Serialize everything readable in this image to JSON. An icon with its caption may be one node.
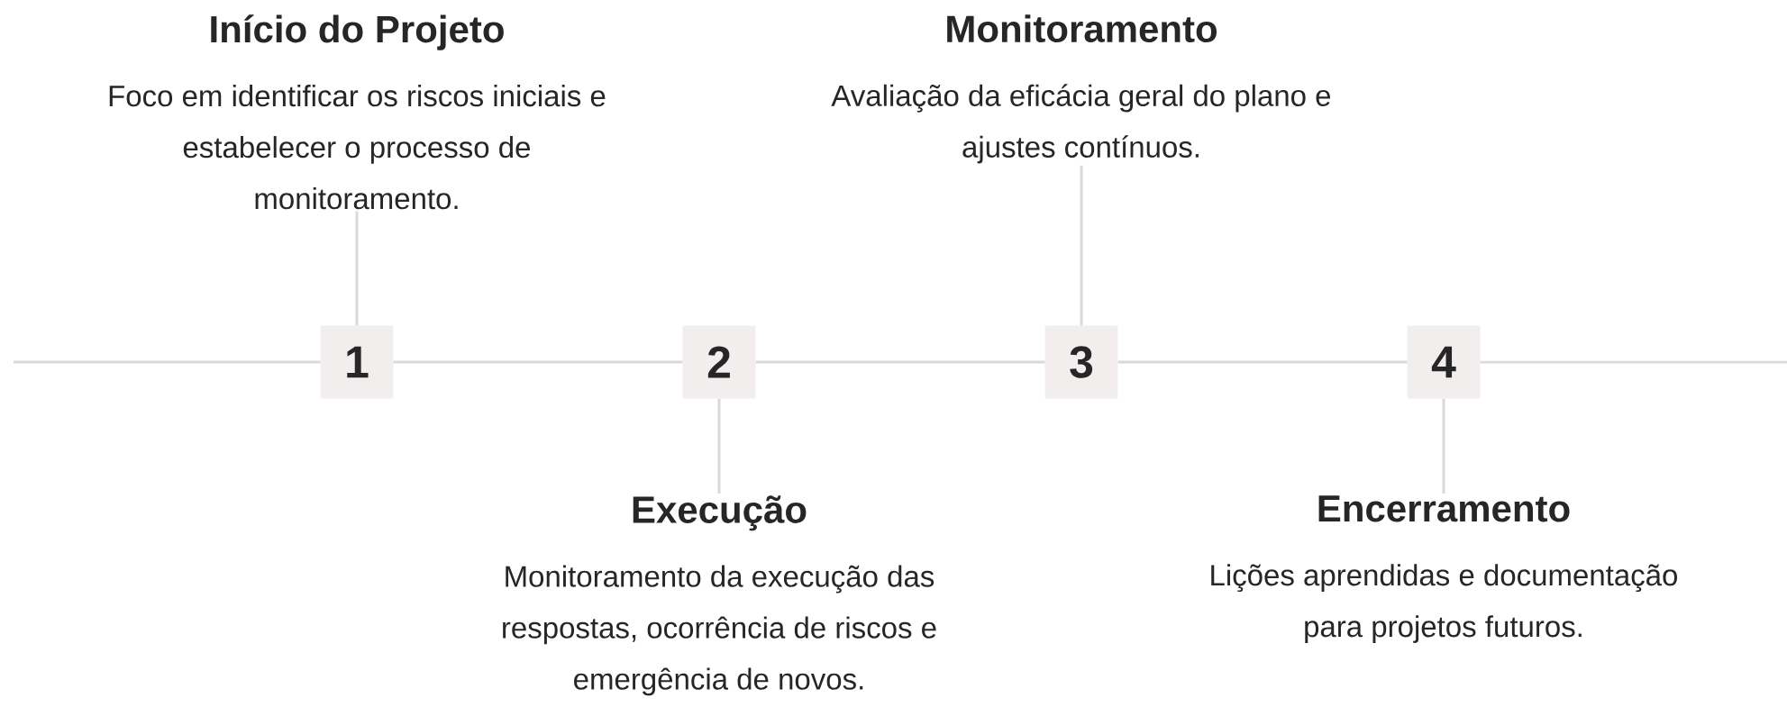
{
  "diagram": {
    "nodes": [
      {
        "text": [
          "Início do Projeto",
          "Foco em identificar os riscos iniciais e estabelecer o processo de monitoramento."
        ]
      },
      {
        "text": [
          "Monitoramento",
          "Avaliação da eficácia geral do plano e ajustes contínuos."
        ]
      },
      {
        "text": [
          "1"
        ]
      },
      {
        "text": [
          "2"
        ]
      },
      {
        "text": [
          "3"
        ]
      },
      {
        "text": [
          "4"
        ]
      },
      {
        "text": [
          "Execução",
          "Monitoramento da execução das respostas, ocorrência de riscos e emergência de novos."
        ]
      },
      {
        "text": [
          "Encerramento",
          "Lições aprendidas e documentação para projetos futuros."
        ]
      }
    ],
    "edges": [
      {
        "from": 0,
        "to": 2,
        "arrow": "none"
      },
      {
        "from": 1,
        "to": 4,
        "arrow": "none"
      },
      {
        "from": 3,
        "to": 6,
        "arrow": "none"
      },
      {
        "from": 5,
        "to": 7,
        "arrow": "none"
      },
      {
        "from": null,
        "to": 2,
        "arrow": "none"
      },
      {
        "from": 2,
        "to": 3,
        "arrow": "none"
      },
      {
        "from": 3,
        "to": 4,
        "arrow": "none"
      },
      {
        "from": 4,
        "to": 5,
        "arrow": "none"
      },
      {
        "from": 5,
        "to": null,
        "arrow": "none"
      }
    ]
  }
}
